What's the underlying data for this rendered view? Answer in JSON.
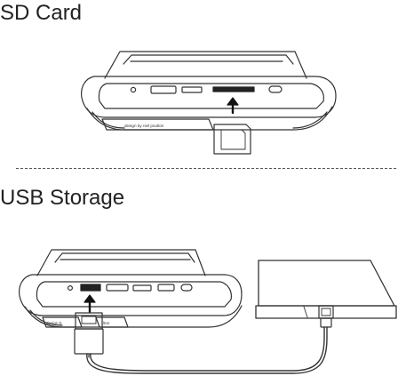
{
  "sections": {
    "sd_card": {
      "title": "SD Card",
      "credit_text": "design by neil poulton"
    },
    "usb_storage": {
      "title": "USB Storage",
      "credit_left": "design b",
      "credit_right": "lton"
    }
  }
}
